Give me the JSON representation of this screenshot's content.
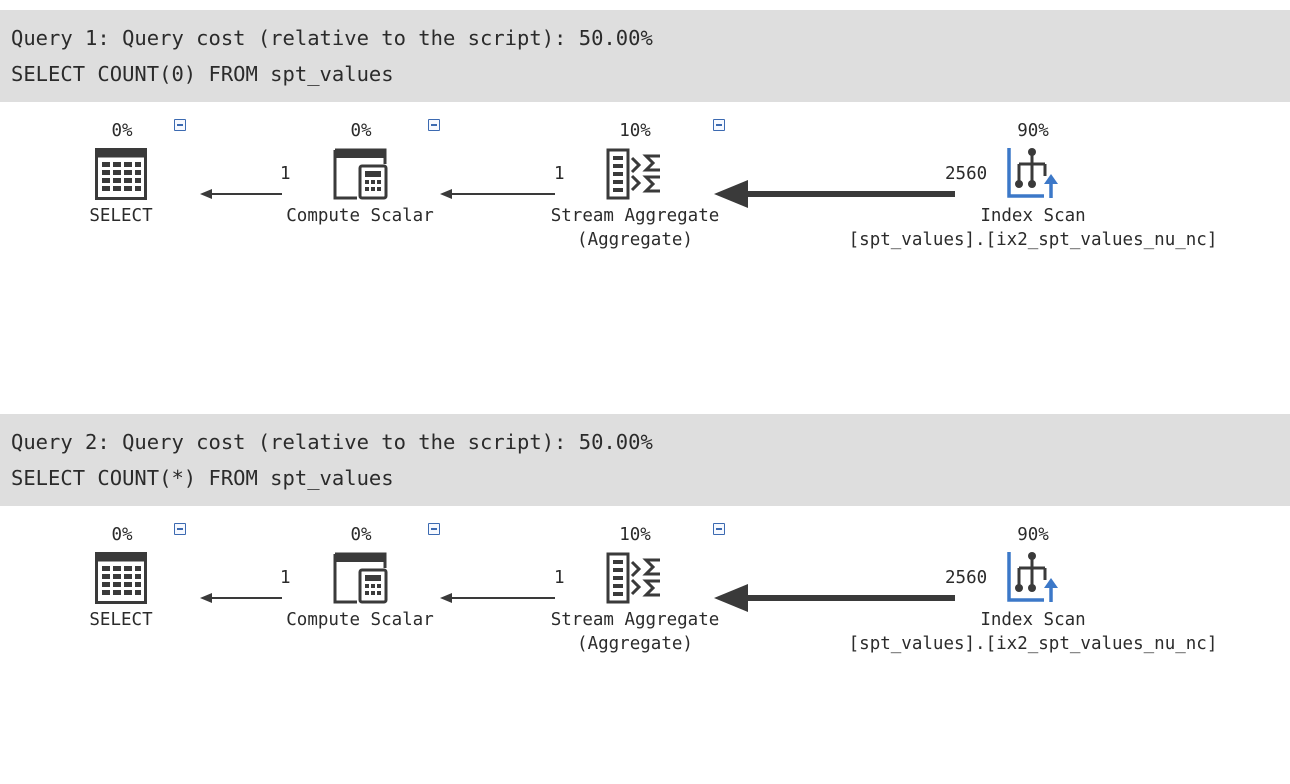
{
  "queries": [
    {
      "header_line": "Query 1: Query cost (relative to the script): 50.00%",
      "sql": "SELECT COUNT(0) FROM spt_values",
      "operators": {
        "select": {
          "cost": "0%",
          "label": "SELECT",
          "icon": "select-table-icon"
        },
        "compute_scalar": {
          "cost": "0%",
          "label": "Compute Scalar",
          "icon": "compute-scalar-icon"
        },
        "stream_aggregate": {
          "cost": "10%",
          "label": "Stream Aggregate",
          "sublabel": "(Aggregate)",
          "icon": "stream-aggregate-icon"
        },
        "index_scan": {
          "cost": "90%",
          "label": "Index Scan",
          "sublabel": "[spt_values].[ix2_spt_values_nu_nc]",
          "icon": "index-scan-icon"
        }
      },
      "edges": {
        "compute_to_select": "1",
        "aggregate_to_compute": "1",
        "scan_to_aggregate": "2560"
      }
    },
    {
      "header_line": "Query 2: Query cost (relative to the script): 50.00%",
      "sql": "SELECT COUNT(*) FROM spt_values",
      "operators": {
        "select": {
          "cost": "0%",
          "label": "SELECT",
          "icon": "select-table-icon"
        },
        "compute_scalar": {
          "cost": "0%",
          "label": "Compute Scalar",
          "icon": "compute-scalar-icon"
        },
        "stream_aggregate": {
          "cost": "10%",
          "label": "Stream Aggregate",
          "sublabel": "(Aggregate)",
          "icon": "stream-aggregate-icon"
        },
        "index_scan": {
          "cost": "90%",
          "label": "Index Scan",
          "sublabel": "[spt_values].[ix2_spt_values_nu_nc]",
          "icon": "index-scan-icon"
        }
      },
      "edges": {
        "compute_to_select": "1",
        "aggregate_to_compute": "1",
        "scan_to_aggregate": "2560"
      }
    }
  ],
  "colors": {
    "header_bg": "#dedede",
    "text": "#2b2b2b",
    "icon_dark": "#3a3a3a",
    "icon_blue": "#3c78c8",
    "collapse_blue": "#3c6ab1"
  }
}
